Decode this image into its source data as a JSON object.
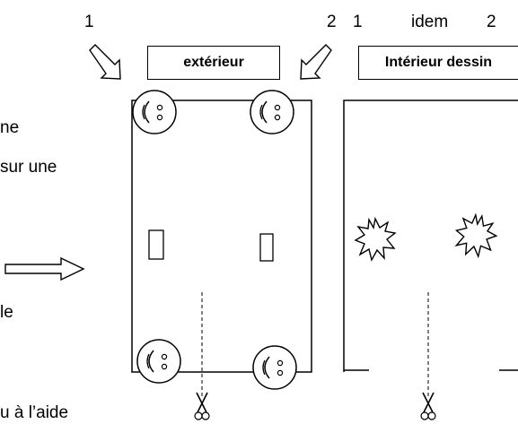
{
  "labels": {
    "left_num_1": "1",
    "left_num_2": "2",
    "right_num_1": "1",
    "right_idem": "idem",
    "right_num_2": "2",
    "box_left": "extérieur",
    "box_right": "Intérieur dessin"
  },
  "side_text": {
    "line1": "ne",
    "line2": "sur une",
    "line3": "le",
    "line4": "u à l’aide"
  },
  "icons": {
    "arrow": "hollow-arrow-icon",
    "smiley": "smiley-face-icon",
    "star": "starburst-icon",
    "scissors": "scissors-icon",
    "rectangle": "small-rectangle-icon"
  }
}
